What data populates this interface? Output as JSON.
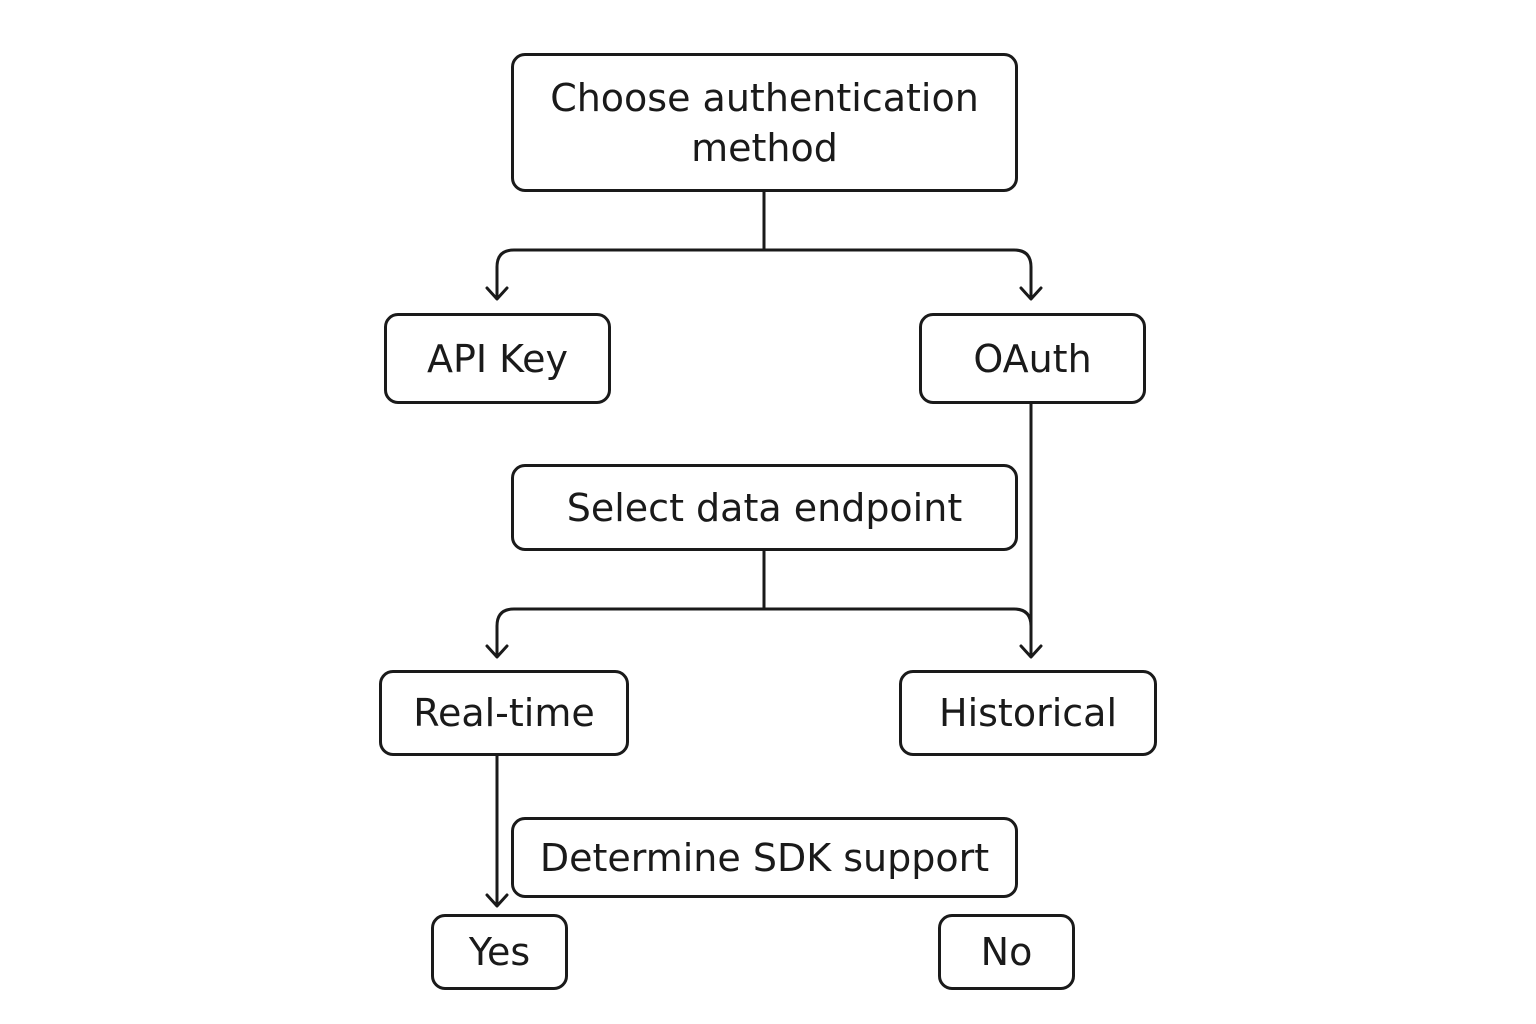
{
  "diagram": {
    "nodes": {
      "choose_auth": "Choose authentication method",
      "api_key": "API Key",
      "oauth": "OAuth",
      "select_endpoint": "Select data endpoint",
      "real_time": "Real-time",
      "historical": "Historical",
      "sdk_support": "Determine SDK support",
      "yes": "Yes",
      "no": "No"
    },
    "edges": [
      {
        "from": "choose_auth",
        "to": "api_key"
      },
      {
        "from": "choose_auth",
        "to": "oauth"
      },
      {
        "from": "oauth",
        "to": "historical"
      },
      {
        "from": "select_endpoint",
        "to": "real_time"
      },
      {
        "from": "select_endpoint",
        "to": "historical"
      },
      {
        "from": "real_time",
        "to": "yes"
      }
    ],
    "colors": {
      "stroke": "#1a1a1a",
      "background": "#ffffff"
    }
  }
}
